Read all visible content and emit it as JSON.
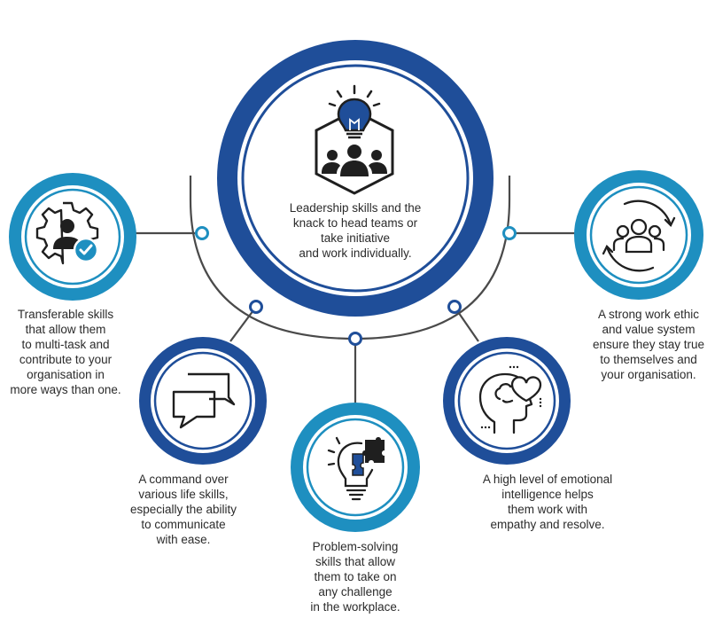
{
  "center": {
    "icon": "lightbulb-team-icon",
    "text_lines": [
      "Leadership skills and the",
      "knack to head teams or",
      "take initiative",
      "and work individually."
    ]
  },
  "nodes": [
    {
      "id": "transferable",
      "icon": "gear-person-check-icon",
      "text_lines": [
        "Transferable skills",
        "that allow them",
        "to multi-task and",
        "contribute to your",
        "organisation in",
        "more ways than one."
      ]
    },
    {
      "id": "communication",
      "icon": "speech-bubbles-icon",
      "text_lines": [
        "A command over",
        "various life skills,",
        "especially the ability",
        "to communicate",
        "with ease."
      ]
    },
    {
      "id": "problem-solving",
      "icon": "lightbulb-puzzle-icon",
      "text_lines": [
        "Problem-solving",
        "skills that allow",
        "them to take on",
        "any challenge",
        "in the workplace."
      ]
    },
    {
      "id": "emotional",
      "icon": "head-heart-icon",
      "text_lines": [
        "A high level of emotional",
        "intelligence helps",
        "them work with",
        "empathy and resolve."
      ]
    },
    {
      "id": "ethic",
      "icon": "team-cycle-icon",
      "text_lines": [
        "A strong work ethic",
        "and value system",
        "ensure they stay true",
        "to themselves and",
        "your organisation."
      ]
    }
  ],
  "colors": {
    "dark_blue": "#1f4e99",
    "light_blue": "#1e8fc0",
    "connector": "#4a4a4a",
    "icon": "#1f1f1f"
  }
}
